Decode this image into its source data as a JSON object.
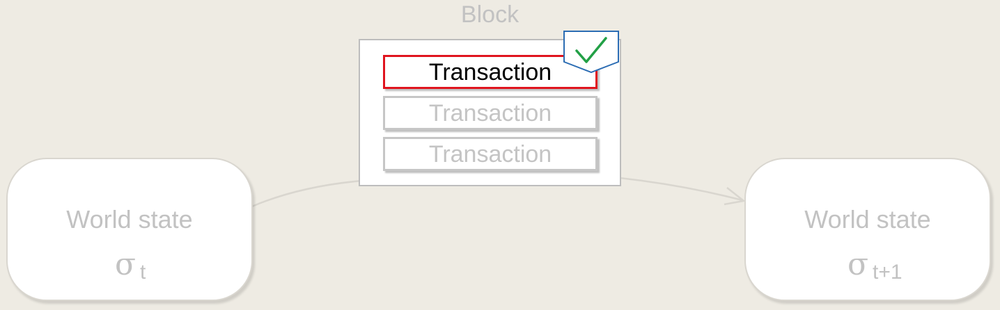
{
  "block": {
    "label": "Block",
    "transactions": [
      {
        "label": "Transaction",
        "status": "verified"
      },
      {
        "label": "Transaction",
        "status": "pending"
      },
      {
        "label": "Transaction",
        "status": "pending"
      }
    ],
    "check_icon": "checkmark-icon"
  },
  "states": {
    "left": {
      "title": "World state",
      "symbol": "σ",
      "subscript": "t"
    },
    "right": {
      "title": "World state",
      "symbol": "σ",
      "subscript": "t+1"
    }
  },
  "colors": {
    "background": "#eeebe3",
    "active_border": "#e0141e",
    "dim_text": "#c2c2c2",
    "check_green": "#22a046",
    "badge_blue": "#2b6cb3"
  }
}
